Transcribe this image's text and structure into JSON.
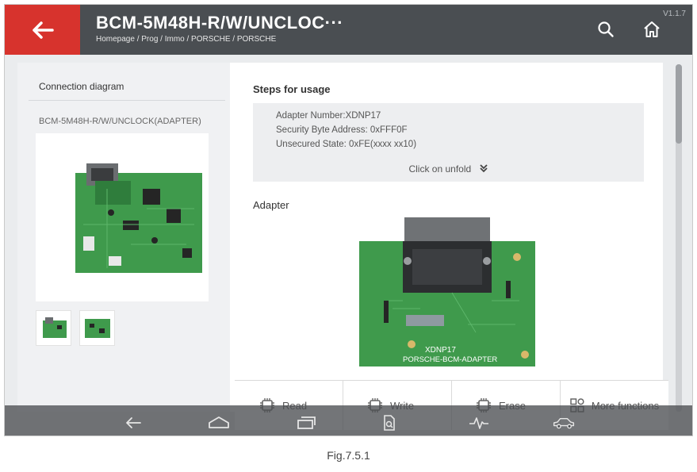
{
  "header": {
    "title": "BCM-5M48H-R/W/UNCLOC···",
    "breadcrumb": "Homepage / Prog / Immo / PORSCHE / PORSCHE",
    "version": "V1.1.7"
  },
  "left_panel": {
    "title": "Connection diagram",
    "subtitle": "BCM-5M48H-R/W/UNCLOCK(ADAPTER)"
  },
  "steps": {
    "title": "Steps for usage",
    "lines": [
      "Adapter Number:XDNP17",
      "Security Byte Address: 0xFFF0F",
      "Unsecured State: 0xFE(xxxx xx10)"
    ],
    "unfold_label": "Click on unfold"
  },
  "adapter": {
    "title": "Adapter",
    "board_label_1": "XDNP17",
    "board_label_2": "PORSCHE-BCM-ADAPTER"
  },
  "functions": {
    "read": "Read",
    "write": "Write",
    "erase": "Erase",
    "more": "More functions"
  },
  "caption": "Fig.7.5.1",
  "colors": {
    "back_button": "#d7332d",
    "topbar": "#4a4e52",
    "pcb_green": "#3f9a4c"
  },
  "icons": [
    "back-arrow-icon",
    "search-icon",
    "home-icon",
    "chip-icon",
    "grid-icon",
    "nav-back-icon",
    "nav-home-icon",
    "nav-recents-icon"
  ]
}
